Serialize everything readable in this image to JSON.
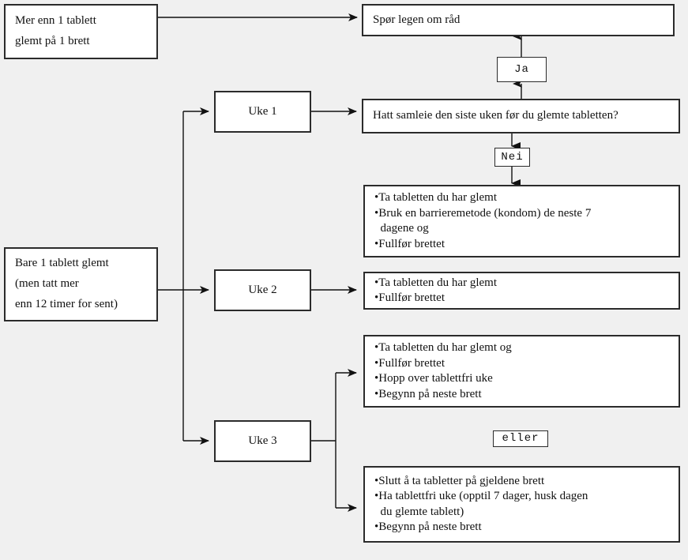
{
  "diagram": {
    "title": "Glemt p-pille flytskjema",
    "background_color": "#f0f0f0",
    "node_fill": "#ffffff",
    "node_border": "#2b2b2b",
    "text_color": "#111111"
  },
  "nodes": {
    "more_than_one": {
      "lines": [
        "Mer enn 1 tablett",
        "glemt på 1 brett"
      ]
    },
    "ask_doctor": {
      "lines": [
        "Spør legen om råd"
      ]
    },
    "yes_label": {
      "lines": [
        "Ja"
      ]
    },
    "no_label": {
      "lines": [
        "Nei"
      ]
    },
    "or_label": {
      "lines": [
        "eller"
      ]
    },
    "week1": {
      "lines": [
        "Uke 1"
      ]
    },
    "week2": {
      "lines": [
        "Uke 2"
      ]
    },
    "week3": {
      "lines": [
        "Uke 3"
      ]
    },
    "only_one": {
      "lines": [
        "Bare 1 tablett glemt",
        "(men tatt mer",
        "enn 12 timer for sent)"
      ]
    },
    "question_intercourse": {
      "lines": [
        "Hatt samleie den siste uken før du glemte tabletten?"
      ]
    },
    "advice_week1": {
      "lines": [
        "•Ta tabletten du har glemt",
        "•Bruk en barrieremetode (kondom) de neste 7",
        "  dagene og",
        "•Fullfør brettet"
      ]
    },
    "advice_week2": {
      "lines": [
        "•Ta tabletten du har glemt",
        "•Fullfør brettet"
      ]
    },
    "advice_week3_a": {
      "lines": [
        "•Ta tabletten du har glemt og",
        "•Fullfør brettet",
        "•Hopp over tablettfri uke",
        "•Begynn på neste brett"
      ]
    },
    "advice_week3_b": {
      "lines": [
        "•Slutt å ta tabletter på gjeldene brett",
        "•Ha tablettfri uke (opptil 7 dager, husk dagen",
        "  du glemte tablett)",
        "•Begynn på neste brett"
      ]
    }
  },
  "edges": [
    {
      "from": "more_than_one",
      "to": "ask_doctor",
      "arrow": true
    },
    {
      "from": "yes_label",
      "to": "ask_doctor",
      "arrow": true
    },
    {
      "from": "question_intercourse",
      "to": "yes_label",
      "arrow": true
    },
    {
      "from": "question_intercourse",
      "to": "no_label",
      "arrow": true
    },
    {
      "from": "no_label",
      "to": "advice_week1",
      "arrow": true
    },
    {
      "from": "only_one",
      "to": "week1",
      "arrow": true
    },
    {
      "from": "only_one",
      "to": "week2",
      "arrow": true
    },
    {
      "from": "only_one",
      "to": "week3",
      "arrow": true
    },
    {
      "from": "week1",
      "to": "question_intercourse",
      "arrow": true
    },
    {
      "from": "week2",
      "to": "advice_week2",
      "arrow": true
    },
    {
      "from": "week3",
      "to": "advice_week3_a",
      "arrow": true
    },
    {
      "from": "week3",
      "to": "advice_week3_b",
      "arrow": true
    }
  ]
}
